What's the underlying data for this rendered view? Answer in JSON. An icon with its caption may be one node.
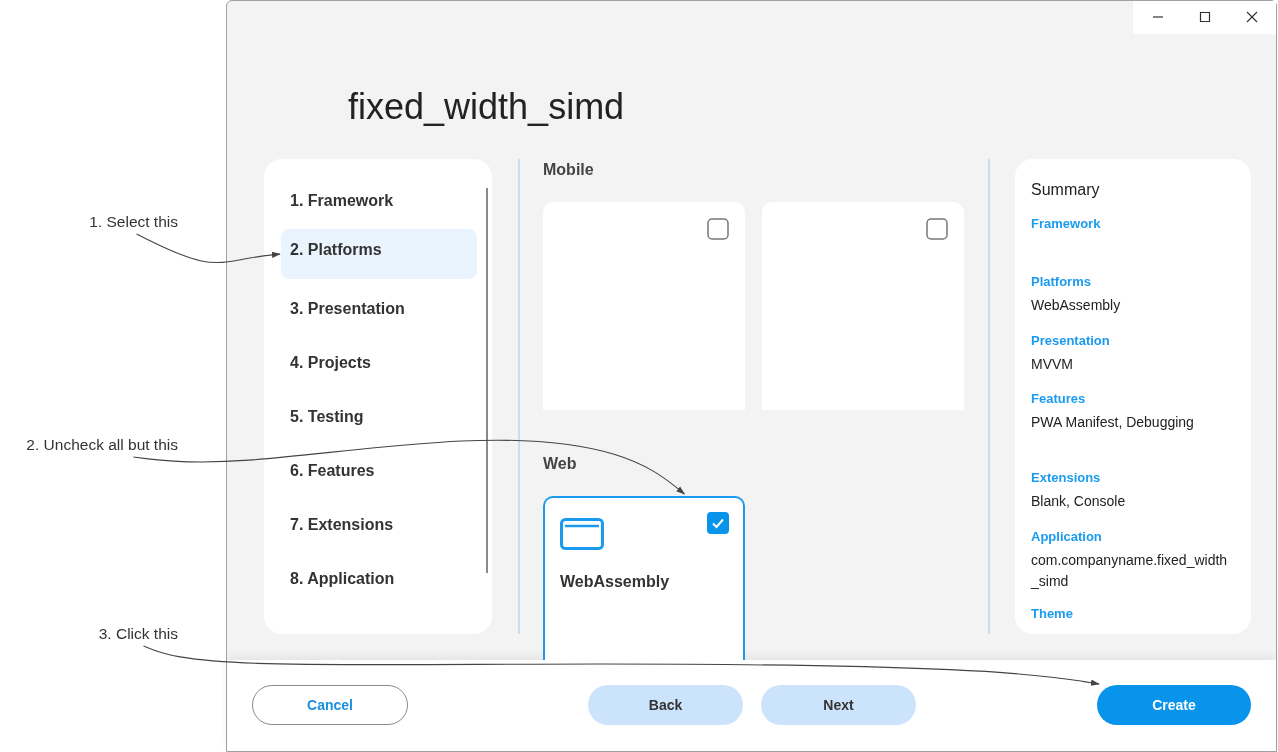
{
  "diagram": {
    "nodes": [
      {
        "text": [
          "1. Select this"
        ]
      },
      {
        "text": [
          "2. Platforms"
        ]
      },
      {
        "text": [
          "2. Uncheck all but this"
        ]
      },
      {
        "text": [],
        "shape": "box"
      },
      {
        "text": [],
        "shape": "box"
      },
      {
        "text": [
          "WebAssembly"
        ]
      },
      {
        "text": [
          "3. Click this"
        ]
      },
      {
        "text": [
          "Cancel"
        ]
      },
      {
        "text": [
          "Back"
        ]
      },
      {
        "text": [
          "Next"
        ]
      },
      {
        "text": [
          "Create"
        ]
      }
    ],
    "edges": [
      {
        "from": 0,
        "to": 1,
        "arrow": "to"
      },
      {
        "from": 2,
        "to": 5,
        "arrow": "to"
      },
      {
        "from": 6,
        "to": 10,
        "arrow": "to"
      }
    ],
    "labels": [
      "fixed_width_simd",
      "1. Framework",
      "3. Presentation",
      "4. Projects",
      "5. Testing",
      "6. Features",
      "7. Extensions",
      "8. Application",
      "Mobile",
      "Web",
      "Summary",
      "Framework",
      "Platforms",
      "WebAssembly",
      "Presentation",
      "MVVM",
      "Features",
      "PWA Manifest, Debugging",
      "Extensions",
      "Blank, Console",
      "Application",
      "com.companyname.fixed_width_simd",
      "Theme"
    ]
  }
}
